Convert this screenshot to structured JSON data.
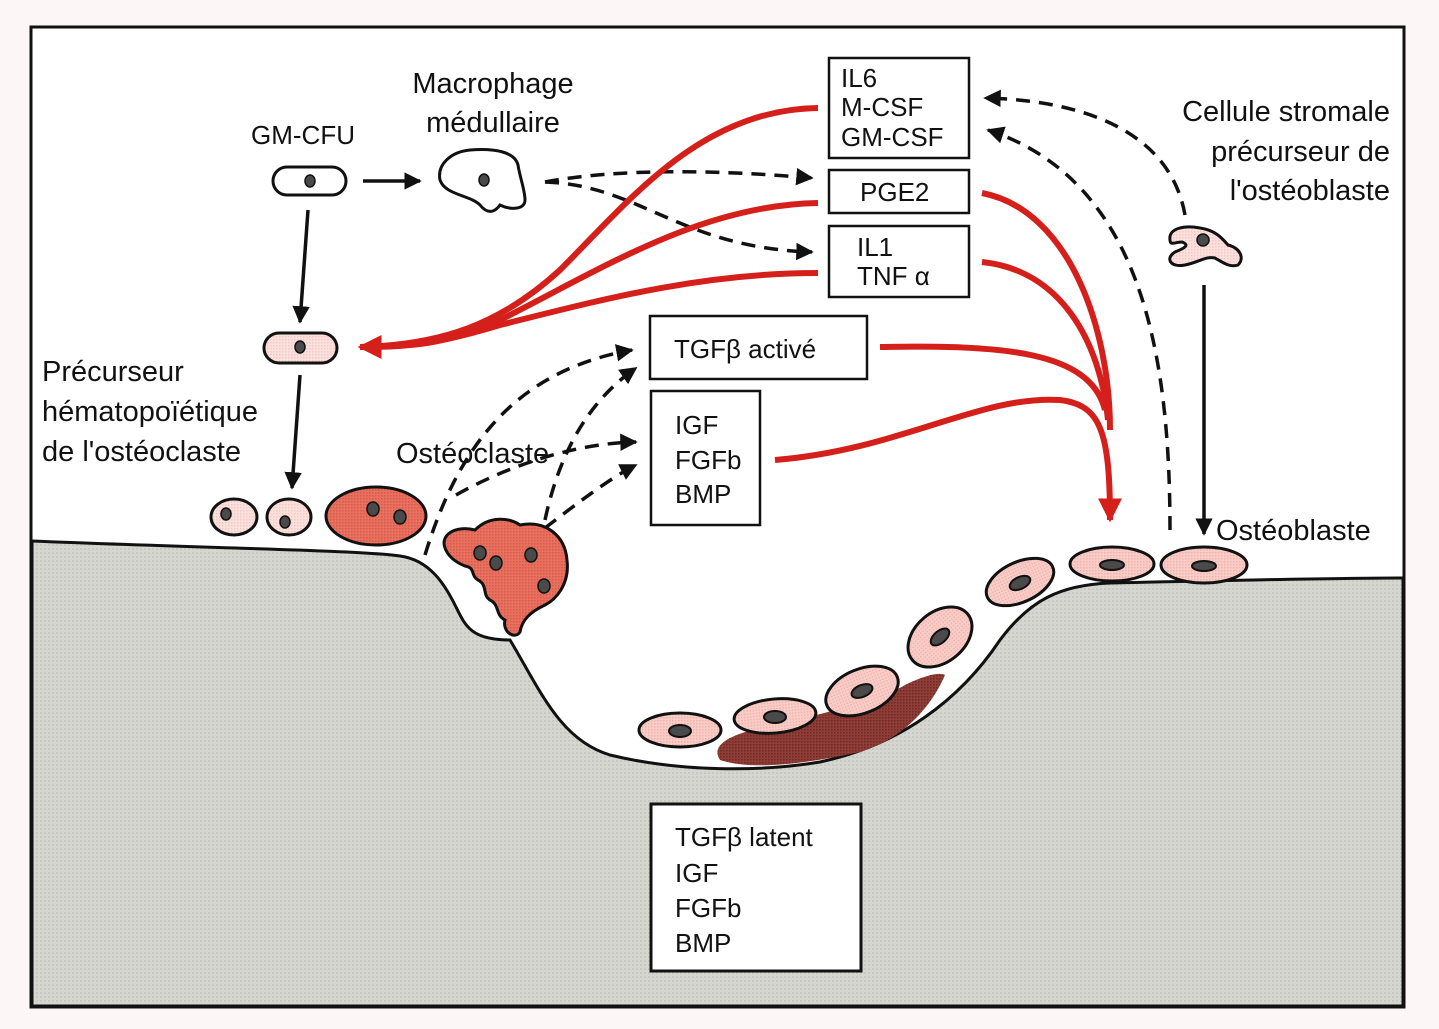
{
  "colors": {
    "background": "#fdf6f7",
    "panel": "#ffffff",
    "bone": "#d4d4cf",
    "red_arrow": "#d51f1a",
    "cell_light": "#f7c7c2",
    "cell_dark": "#e46a5c",
    "matrix": "#8b3a34",
    "nucleus": "#4a4a4a",
    "ink": "#111111"
  },
  "labels": {
    "gm_cfu": "GM-CFU",
    "macrophage": [
      "Macrophage",
      "médullaire"
    ],
    "stromal": [
      "Cellule stromale",
      "précurseur de",
      "l'ostéoblaste"
    ],
    "osteoclast_precursor": [
      "Précurseur",
      "hématopoïétique",
      "de l'ostéoclaste"
    ],
    "osteoclast": "Ostéoclaste",
    "osteoblast": "Ostéoblaste"
  },
  "boxes": {
    "cytokines": [
      "IL6",
      "M-CSF",
      "GM-CSF"
    ],
    "pge2": [
      "PGE2"
    ],
    "il1_tnf": [
      "IL1",
      "TNF α"
    ],
    "tgf_active": [
      "TGFβ activé"
    ],
    "growth_factors": [
      "IGF",
      "FGFb",
      "BMP"
    ],
    "matrix_factors": [
      "TGFβ latent",
      "IGF",
      "FGFb",
      "BMP"
    ]
  }
}
